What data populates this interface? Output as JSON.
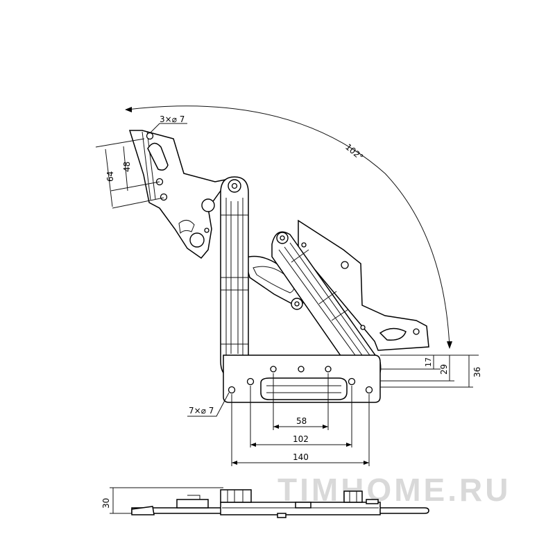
{
  "angle": {
    "label": "102°"
  },
  "holes_top": {
    "label": "3×⌀ 7"
  },
  "holes_bottom": {
    "label": "7×⌀ 7"
  },
  "dims_left": {
    "d48": "48",
    "d64": "64"
  },
  "dims_right": {
    "d17": "17",
    "d29": "29",
    "d36": "36"
  },
  "dims_bottom": {
    "d58": "58",
    "d102": "102",
    "d140": "140"
  },
  "side_view": {
    "height": "30"
  },
  "watermark": "TIMHOME.RU"
}
